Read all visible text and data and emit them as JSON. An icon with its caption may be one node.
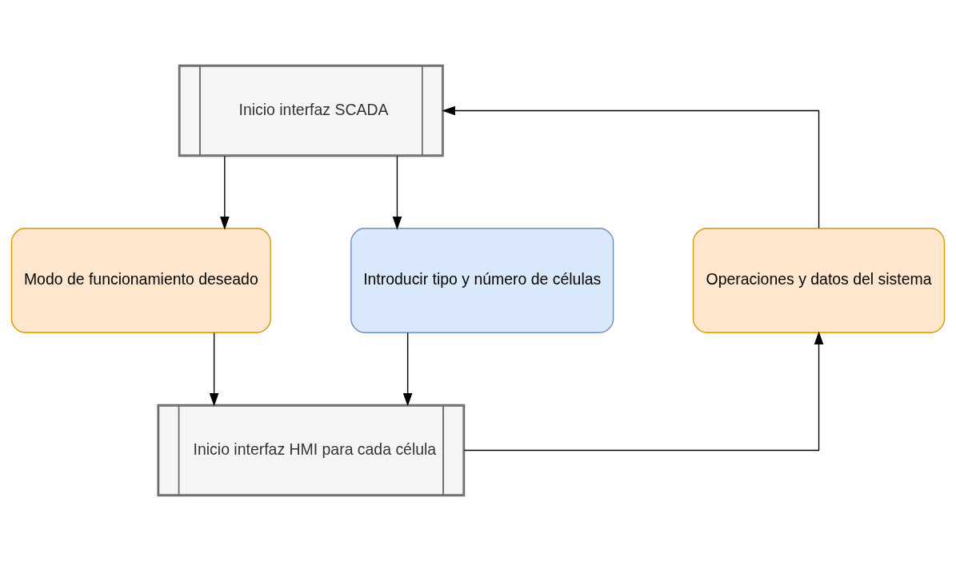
{
  "diagram": {
    "nodes": [
      {
        "text": [
          "Inicio interfaz SCADA"
        ]
      },
      {
        "text": [
          "Modo de funcionamiento deseado"
        ]
      },
      {
        "text": [
          "Introducir tipo y número de células"
        ]
      },
      {
        "text": [
          "Operaciones y datos del sistema"
        ]
      },
      {
        "text": [
          "Inicio interfaz HMI para cada célula"
        ]
      }
    ],
    "edges": [
      {
        "from": 0,
        "to": 1,
        "arrow": "to"
      },
      {
        "from": 0,
        "to": 2,
        "arrow": "to"
      },
      {
        "from": 2,
        "to": 4,
        "arrow": "to"
      },
      {
        "from": 1,
        "to": 4,
        "arrow": "to"
      },
      {
        "from": 4,
        "to": 3,
        "arrow": "to"
      },
      {
        "from": 3,
        "to": 0,
        "arrow": "to"
      }
    ]
  }
}
